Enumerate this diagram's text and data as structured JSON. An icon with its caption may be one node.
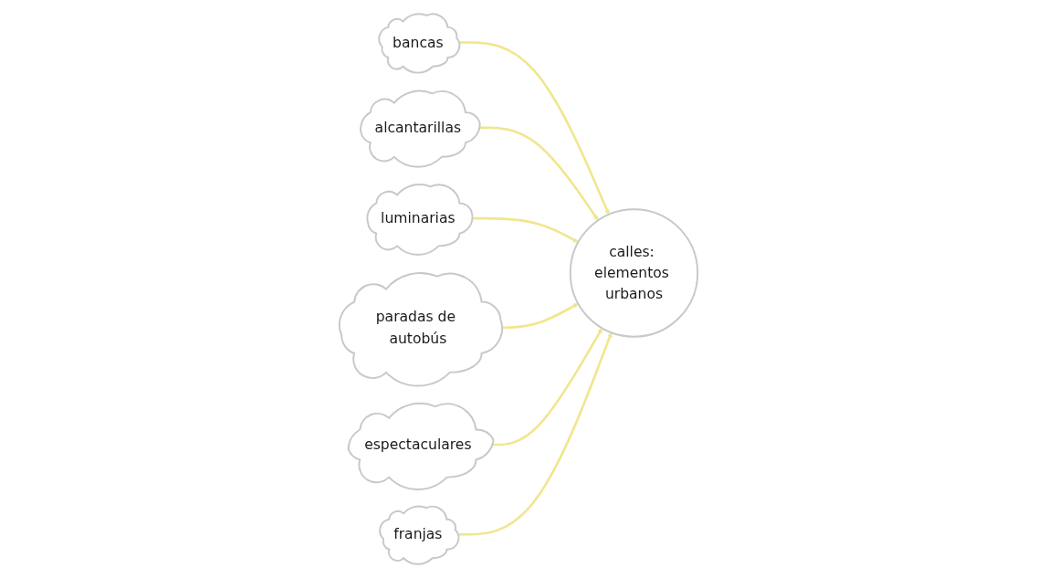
{
  "diagram": {
    "nodes": [
      {
        "text": [
          "bancas"
        ]
      },
      {
        "text": [
          "alcantarillas"
        ]
      },
      {
        "text": [
          "luminarias"
        ]
      },
      {
        "text": [
          "calles: elementos urbanos"
        ]
      },
      {
        "text": [
          "paradas de autobús"
        ]
      },
      {
        "text": [
          "espectaculares"
        ]
      },
      {
        "text": [
          "franjas"
        ]
      }
    ],
    "edges": [
      {
        "from": 0,
        "to": 3,
        "arrow": "to"
      },
      {
        "from": 1,
        "to": 3,
        "arrow": "to"
      },
      {
        "from": 2,
        "to": 3,
        "arrow": "to"
      },
      {
        "from": 4,
        "to": 3,
        "arrow": "to"
      },
      {
        "from": 5,
        "to": 3,
        "arrow": "to"
      },
      {
        "from": 6,
        "to": 3,
        "arrow": "to"
      }
    ]
  }
}
